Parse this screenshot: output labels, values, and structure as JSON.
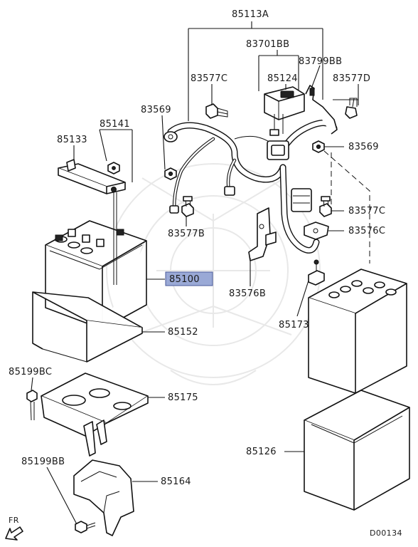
{
  "diagram": {
    "highlight_color": "#9aa9d6",
    "labels": {
      "p85113A": "85113A",
      "p83701BB": "83701BB",
      "p83799BB": "83799BB",
      "p83577C_top": "83577C",
      "p85124": "85124",
      "p83577D": "83577D",
      "p83569_left": "83569",
      "p83569_right": "83569",
      "p85141": "85141",
      "p85133": "85133",
      "p83577C_mid": "83577C",
      "p83577B": "83577B",
      "p83576C": "83576C",
      "p85100": "85100",
      "p83576B": "83576B",
      "p85152": "85152",
      "p85173": "85173",
      "p85199BC": "85199BC",
      "p85175": "85175",
      "p85126": "85126",
      "p85199BB": "85199BB",
      "p85164": "85164",
      "front_marker": "FR",
      "diagram_code": "D00134"
    },
    "selected_part": "85100"
  }
}
